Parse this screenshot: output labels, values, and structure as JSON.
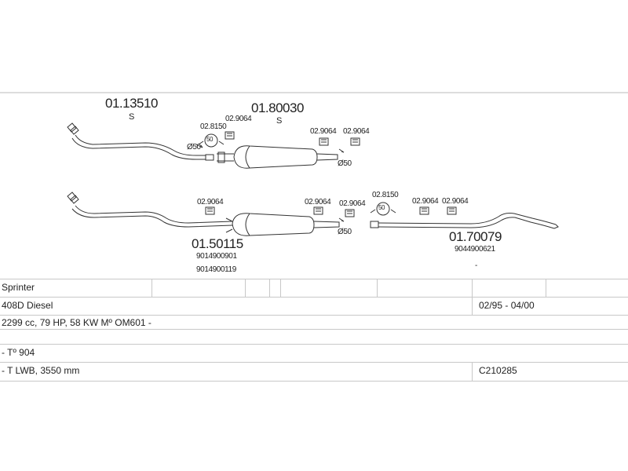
{
  "parts": {
    "front_pipe": {
      "number": "01.13510",
      "suffix": "S"
    },
    "centre_silencer": {
      "number": "01.80030",
      "suffix": "S"
    },
    "alt_silencer": {
      "number": "01.50115",
      "refs": [
        "9014900901",
        "9014900119"
      ]
    },
    "rear_pipe": {
      "number": "01.70079",
      "ref": "9044900621",
      "mark": "-"
    }
  },
  "fittings": {
    "mount": "02.9064",
    "clamp": "02.8150",
    "clamp_size": "50",
    "pipe_dia": "Ø50"
  },
  "table": {
    "row1": {
      "model": "Sprinter"
    },
    "row2": {
      "engine": "408D Diesel",
      "years": "02/95 - 04/00"
    },
    "row3": {
      "spec": "2299 cc, 79 HP, 58 KW Mº OM601 -"
    },
    "row4": {
      "type": "- Tº 904"
    },
    "row5": {
      "body": "- T LWB, 3550 mm",
      "code": "C210285"
    }
  }
}
